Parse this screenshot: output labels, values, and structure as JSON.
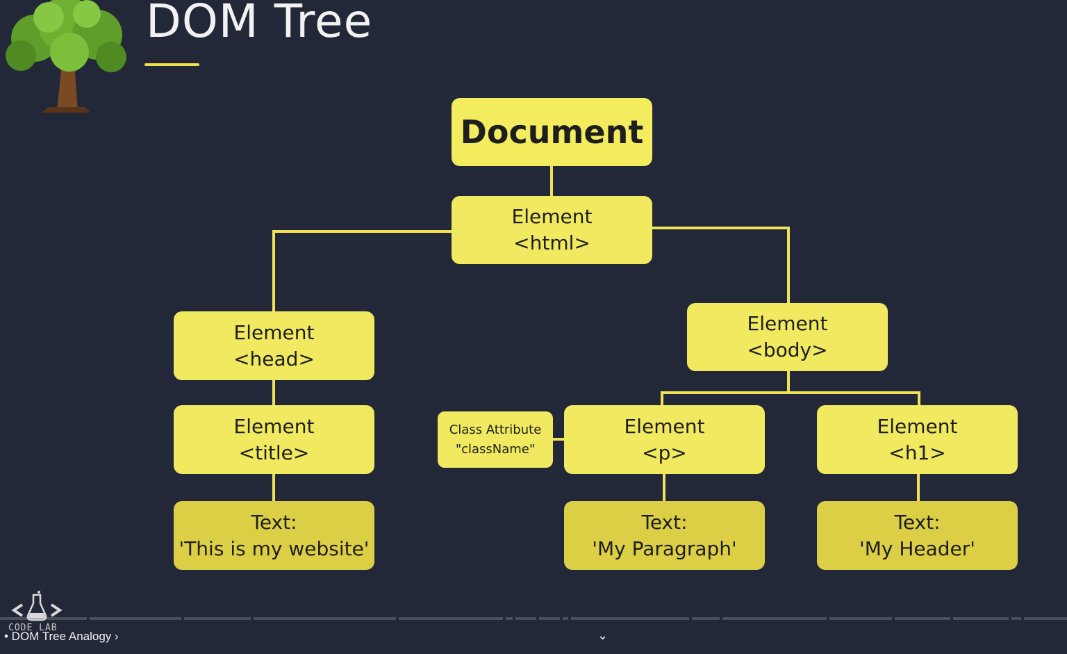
{
  "slide": {
    "title": "DOM Tree"
  },
  "nodes": {
    "document": "Document",
    "html": [
      "Element",
      "<html>"
    ],
    "head": [
      "Element",
      "<head>"
    ],
    "body": [
      "Element",
      "<body>"
    ],
    "title": [
      "Element",
      "<title>"
    ],
    "p": [
      "Element",
      "<p>"
    ],
    "h1": [
      "Element",
      "<h1>"
    ],
    "attr": [
      "Class Attribute",
      "\"className\""
    ],
    "text_title": [
      "Text:",
      "'This is my website'"
    ],
    "text_p": [
      "Text:",
      "'My Paragraph'"
    ],
    "text_h1": [
      "Text:",
      "'My Header'"
    ]
  },
  "footer": {
    "logo_text": "CODE LAB",
    "breadcrumb": "• DOM Tree Analogy ›",
    "chevron": "⌄"
  },
  "colors": {
    "background": "#222838",
    "node": "#f1e95f",
    "text_node": "#dccf45",
    "connector": "#efe25a",
    "accent": "#f0e04a"
  }
}
